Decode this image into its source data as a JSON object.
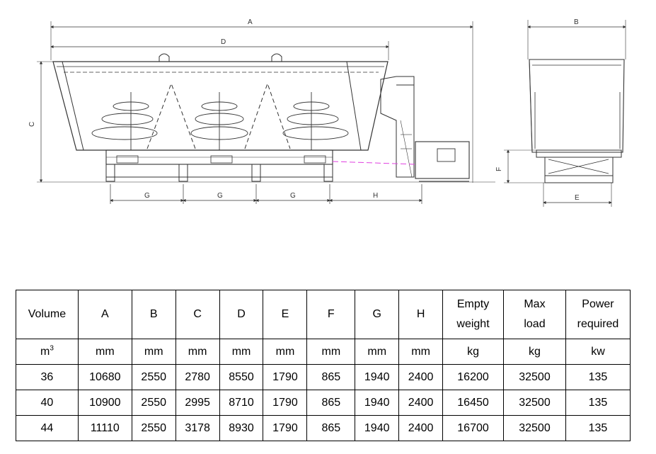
{
  "drawing": {
    "side_labels": {
      "a": "A",
      "d": "D",
      "c": "C",
      "g1": "G",
      "g2": "G",
      "g3": "G",
      "h": "H"
    },
    "end_labels": {
      "b": "B",
      "f": "F",
      "e": "E"
    }
  },
  "table": {
    "headers": [
      "Volume",
      "A",
      "B",
      "C",
      "D",
      "E",
      "F",
      "G",
      "H",
      "Empty weight",
      "Max load",
      "Power required"
    ],
    "units": [
      "m",
      "mm",
      "mm",
      "mm",
      "mm",
      "mm",
      "mm",
      "mm",
      "mm",
      "kg",
      "kg",
      "kw"
    ],
    "unit_superscript": "3",
    "rows": [
      [
        "36",
        "10680",
        "2550",
        "2780",
        "8550",
        "1790",
        "865",
        "1940",
        "2400",
        "16200",
        "32500",
        "135"
      ],
      [
        "40",
        "10900",
        "2550",
        "2995",
        "8710",
        "1790",
        "865",
        "1940",
        "2400",
        "16450",
        "32500",
        "135"
      ],
      [
        "44",
        "11110",
        "2550",
        "3178",
        "8930",
        "1790",
        "865",
        "1940",
        "2400",
        "16700",
        "32500",
        "135"
      ]
    ]
  }
}
